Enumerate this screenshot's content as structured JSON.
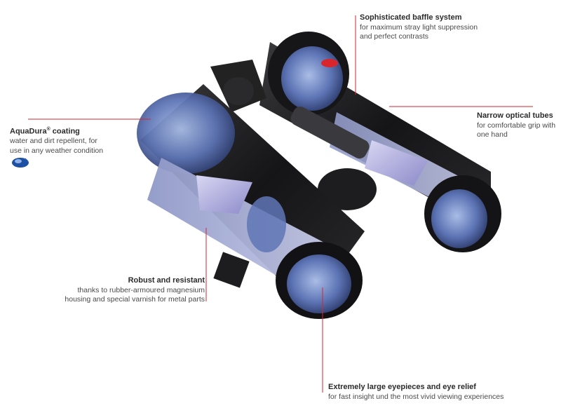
{
  "callouts": {
    "aquadura": {
      "title": "AquaDura",
      "title_suffix": " coating",
      "reg": "®",
      "desc": "water and dirt repellent, for\nuse in any weather condition"
    },
    "baffle": {
      "title": "Sophisticated baffle system",
      "desc": "for maximum stray light suppression\nand perfect contrasts"
    },
    "tubes": {
      "title": "Narrow optical tubes",
      "desc": "for comfortable grip with\none hand"
    },
    "robust": {
      "title": "Robust and resistant",
      "desc": "thanks to rubber-armoured magnesium\nhousing and special varnish for metal parts"
    },
    "eyepiece": {
      "title": "Extremely large eyepieces and eye relief",
      "desc": "for fast insight und the most vivid viewing experiences"
    }
  },
  "colors": {
    "leader_line": "#d9262c",
    "body_dark": "#1c1c1e",
    "lens_blue": "#6f86c4",
    "prism_lilac": "#b9b7e6"
  },
  "icons": [
    "aquadura-logo-icon"
  ]
}
